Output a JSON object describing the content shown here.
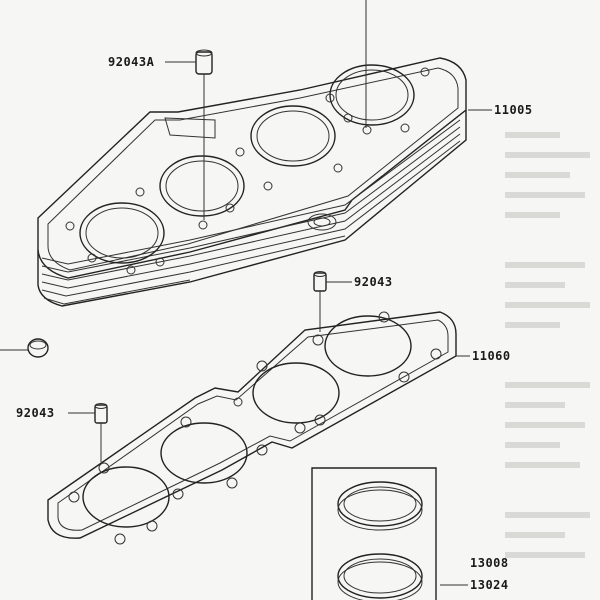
{
  "labels": {
    "dowel_top": "92043A",
    "cylinder_block": "11005",
    "dowel_mid": "92043",
    "gasket": "11060",
    "dowel_left": "92043",
    "ring_set": "13008",
    "ring": "13024"
  }
}
